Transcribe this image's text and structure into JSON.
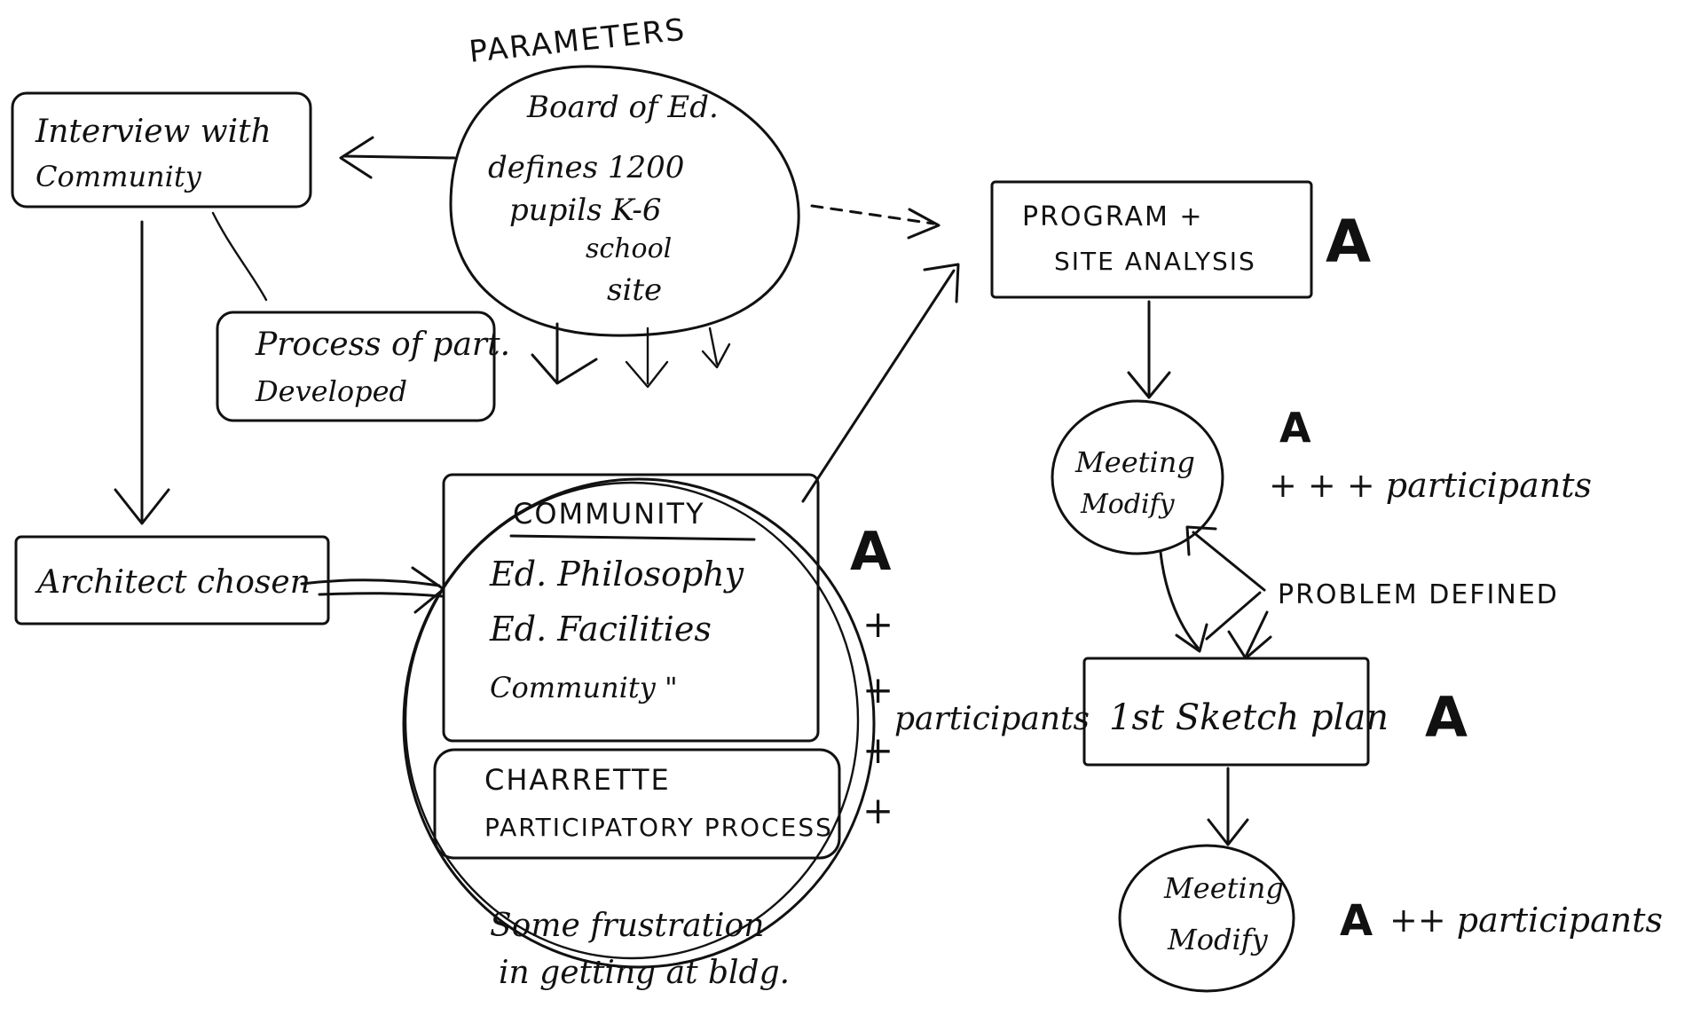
{
  "parameters": {
    "heading": "PARAMETERS",
    "lines": [
      "Board of Ed.",
      "defines 1200",
      "pupils K-6",
      "school",
      "site"
    ]
  },
  "interview": {
    "lines": [
      "Interview with",
      "Community"
    ]
  },
  "process": {
    "lines": [
      "Process of part.",
      "Developed"
    ]
  },
  "architect": {
    "label": "Architect chosen"
  },
  "community": {
    "heading": "COMMUNITY",
    "lines": [
      "Ed. Philosophy",
      "Ed. Facilities",
      "Community   \""
    ],
    "charrette": [
      "CHARRETTE",
      "PARTICIPATORY PROCESS"
    ],
    "plus_marks": [
      "+",
      "+",
      "+",
      "+"
    ],
    "participants": "participants",
    "note": [
      "Some frustration",
      "in getting at bldg."
    ]
  },
  "program": {
    "lines": [
      "PROGRAM +",
      "SITE ANALYSIS"
    ]
  },
  "meeting1": {
    "lines": [
      "Meeting",
      "Modify"
    ],
    "note": "+ + + participants"
  },
  "problem": {
    "label": "PROBLEM DEFINED"
  },
  "sketch": {
    "label": "1st Sketch plan"
  },
  "meeting2": {
    "lines": [
      "Meeting",
      "Modify"
    ],
    "note": "++ participants"
  },
  "architect_mark": "A",
  "colors": {
    "ink": "#111111",
    "paper": "#ffffff"
  }
}
